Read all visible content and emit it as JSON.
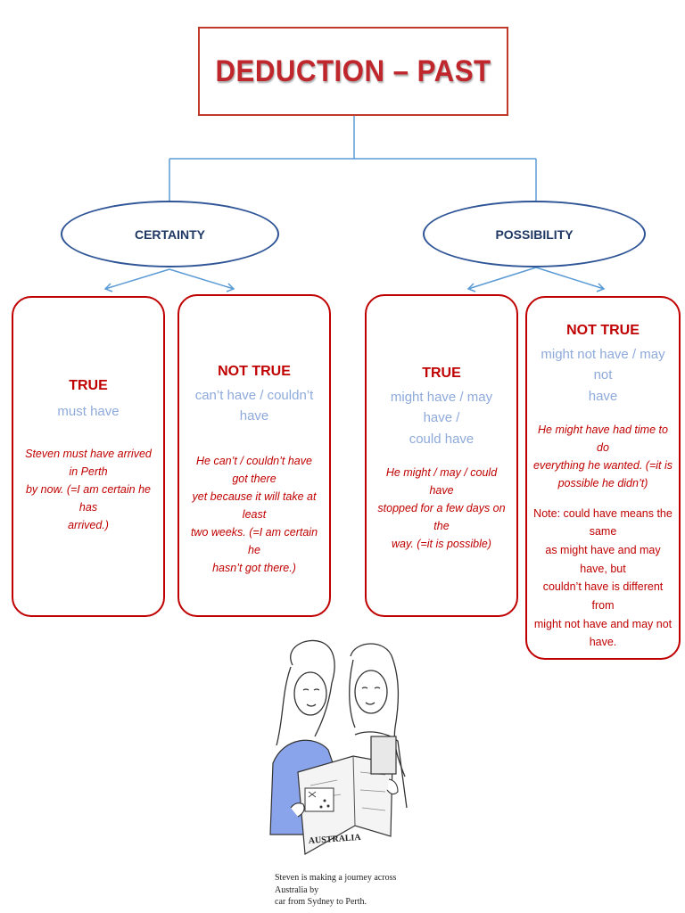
{
  "title": "DEDUCTION – PAST",
  "branches": [
    {
      "label": "CERTAINTY",
      "cards": [
        {
          "heading": "TRUE",
          "form": [
            "must have"
          ],
          "example": [
            "Steven must have arrived in Perth",
            "by now. (=I am certain he has",
            "arrived.)"
          ],
          "note": []
        },
        {
          "heading": "NOT TRUE",
          "form": [
            "can’t have / couldn’t have"
          ],
          "example": [
            "He can’t / couldn’t have got there",
            "yet because it will take at least",
            "two weeks. (=I am certain he",
            "hasn’t got there.)"
          ],
          "note": []
        }
      ]
    },
    {
      "label": "POSSIBILITY",
      "cards": [
        {
          "heading": "TRUE",
          "form": [
            "might have / may have /",
            "could  have"
          ],
          "example": [
            "He might / may / could have",
            "stopped for a few days on the",
            "way. (=it is possible)"
          ],
          "note": []
        },
        {
          "heading": "NOT TRUE",
          "form": [
            "might not have / may not",
            "have"
          ],
          "example": [
            "He might have had time to do",
            "everything he wanted. (=it is",
            "possible he didn’t)"
          ],
          "note": [
            "Note: could have means the same",
            "as might have and may have, but",
            "couldn’t have is different from",
            "might not have and may not",
            "have."
          ]
        }
      ]
    }
  ],
  "illustration": {
    "flag_text": "AUSTRALIA",
    "caption": [
      "Steven is making a journey across Australia by",
      "car from Sydney to Perth."
    ]
  },
  "colors": {
    "title_red": "#c0272d",
    "card_border": "#c00000",
    "oval_border": "#2f5597",
    "connector": "#5b9bd5",
    "form_blue": "#8eaadb"
  }
}
